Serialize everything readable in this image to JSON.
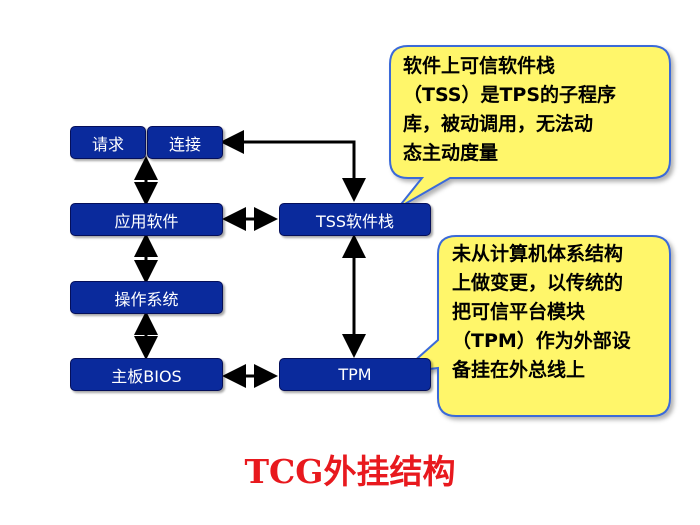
{
  "boxes": {
    "request": "请求",
    "connect": "连接",
    "app_software": "应用软件",
    "tss_stack": "TSS软件栈",
    "os": "操作系统",
    "bios": "主板BIOS",
    "tpm": "TPM"
  },
  "callouts": {
    "tss_note": "软件上可信软件栈\n（TSS）是TPS的子程序\n库，被动调用，无法动\n态主动度量",
    "tpm_note": "未从计算机体系结构\n上做变更，以传统的\n把可信平台模块\n（TPM）作为外部设\n备挂在外总线上"
  },
  "title": "TCG外挂结构",
  "colors": {
    "box_fill": "#0a2a9c",
    "callout_fill": "#fff66a",
    "callout_border": "#3a6ad8",
    "title": "#e8191e",
    "arrow": "#000000"
  }
}
